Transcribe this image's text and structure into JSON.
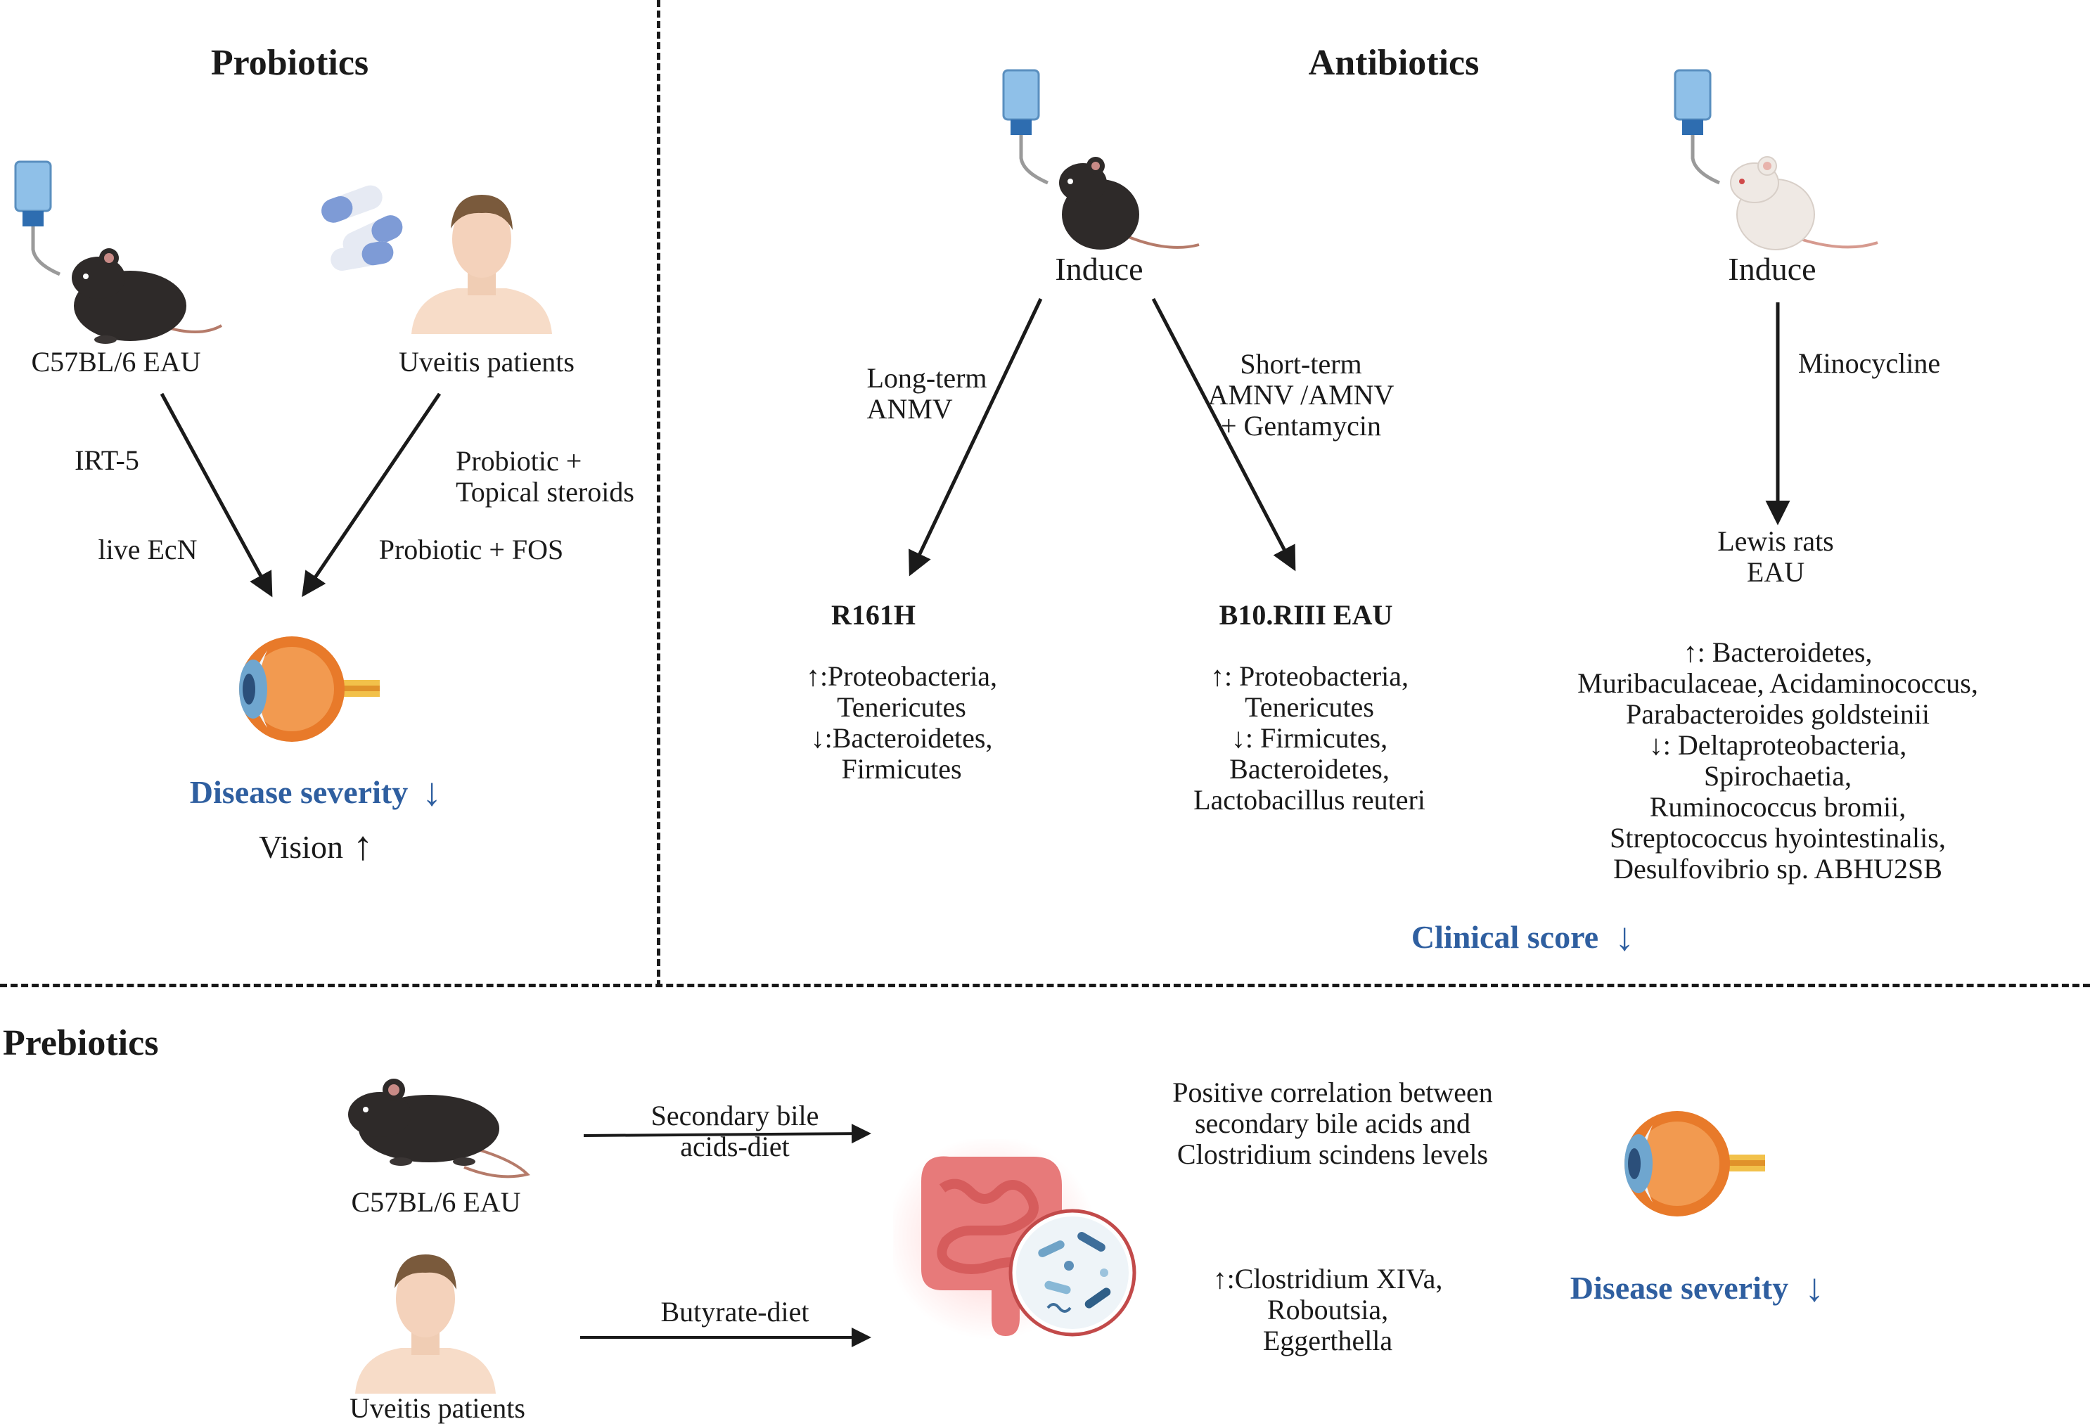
{
  "probiotics": {
    "heading": "Probiotics",
    "mouse_label": "C57BL/6 EAU",
    "patients_label": "Uveitis patients",
    "left_arrow_labels": [
      "IRT-5",
      "live EcN"
    ],
    "right_arrow_labels": [
      "Probiotic +\nTopical steroids",
      "Probiotic + FOS"
    ],
    "outcome_disease": "Disease severity",
    "outcome_vision": "Vision",
    "down_arrow": "↓",
    "up_arrow": "↑"
  },
  "antibiotics": {
    "heading": "Antibiotics",
    "left_induce": "Induce",
    "right_induce": "Induce",
    "long_term": "Long-term\nANMV",
    "short_term": "Short-term\nAMNV /AMNV\n+ Gentamycin",
    "minocycline": "Minocycline",
    "r161h": {
      "title": "R161H",
      "changes": "↑:Proteobacteria,\nTenericutes\n↓:Bacteroidetes,\nFirmicutes"
    },
    "b10": {
      "title": "B10.RIII EAU",
      "changes": "↑: Proteobacteria,\nTenericutes\n↓: Firmicutes,\nBacteroidetes,\nLactobacillus reuteri"
    },
    "lewis": {
      "title": "Lewis rats\nEAU",
      "changes": "↑: Bacteroidetes,\nMuribaculaceae, Acidaminococcus,\nParabacteroides goldsteinii\n↓: Deltaproteobacteria,\nSpirochaetia,\nRuminococcus bromii,\nStreptococcus hyointestinalis,\nDesulfovibrio sp. ABHU2SB"
    },
    "clinical_score": "Clinical score",
    "down_arrow": "↓"
  },
  "prebiotics": {
    "heading": "Prebiotics",
    "mouse_label": "C57BL/6 EAU",
    "patients_label": "Uveitis patients",
    "diet1": "Secondary bile\nacids-diet",
    "diet2": "Butyrate-diet",
    "correlation": "Positive correlation between\nsecondary bile acids and\nClostridium scindens levels",
    "changes": "↑:Clostridium XIVa,\nRoboutsia,\nEggerthella",
    "outcome_disease": "Disease severity",
    "down_arrow": "↓"
  },
  "colors": {
    "outcome_blue": "#2f5fa0",
    "mouse_black": "#2e2a29",
    "rat_white": "#efe9e4",
    "eye_orange": "#e87a2a",
    "gut_red": "#e66060",
    "bottle_blue": "#8fc0e8"
  }
}
